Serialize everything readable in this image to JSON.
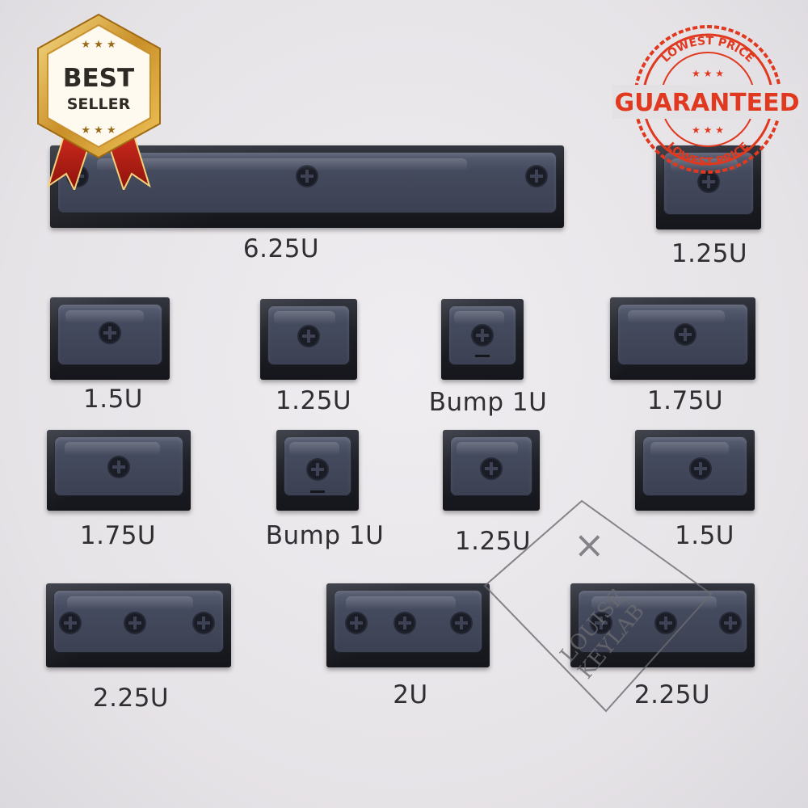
{
  "badge": {
    "line1": "BEST",
    "line2": "SELLER"
  },
  "stamp": {
    "main": "GUARANTEED",
    "arc_top": "LOWEST PRICE",
    "arc_bottom": "LOWEST PRICE"
  },
  "watermark": {
    "cross": "×",
    "line1": "LOUISE",
    "line2": "KEYLAB"
  },
  "keycaps": [
    {
      "label": "6.25U",
      "stems": 3,
      "bump": false
    },
    {
      "label": "1.25U",
      "stems": 1,
      "bump": false
    },
    {
      "label": "1.5U",
      "stems": 1,
      "bump": false
    },
    {
      "label": "1.25U",
      "stems": 1,
      "bump": false
    },
    {
      "label": "Bump 1U",
      "stems": 1,
      "bump": true
    },
    {
      "label": "1.75U",
      "stems": 1,
      "bump": false
    },
    {
      "label": "1.75U",
      "stems": 1,
      "bump": false
    },
    {
      "label": "Bump 1U",
      "stems": 1,
      "bump": true
    },
    {
      "label": "1.25U",
      "stems": 1,
      "bump": false
    },
    {
      "label": "1.5U",
      "stems": 1,
      "bump": false
    },
    {
      "label": "2.25U",
      "stems": 3,
      "bump": false
    },
    {
      "label": "2U",
      "stems": 3,
      "bump": false
    },
    {
      "label": "2.25U",
      "stems": 3,
      "bump": false
    }
  ]
}
